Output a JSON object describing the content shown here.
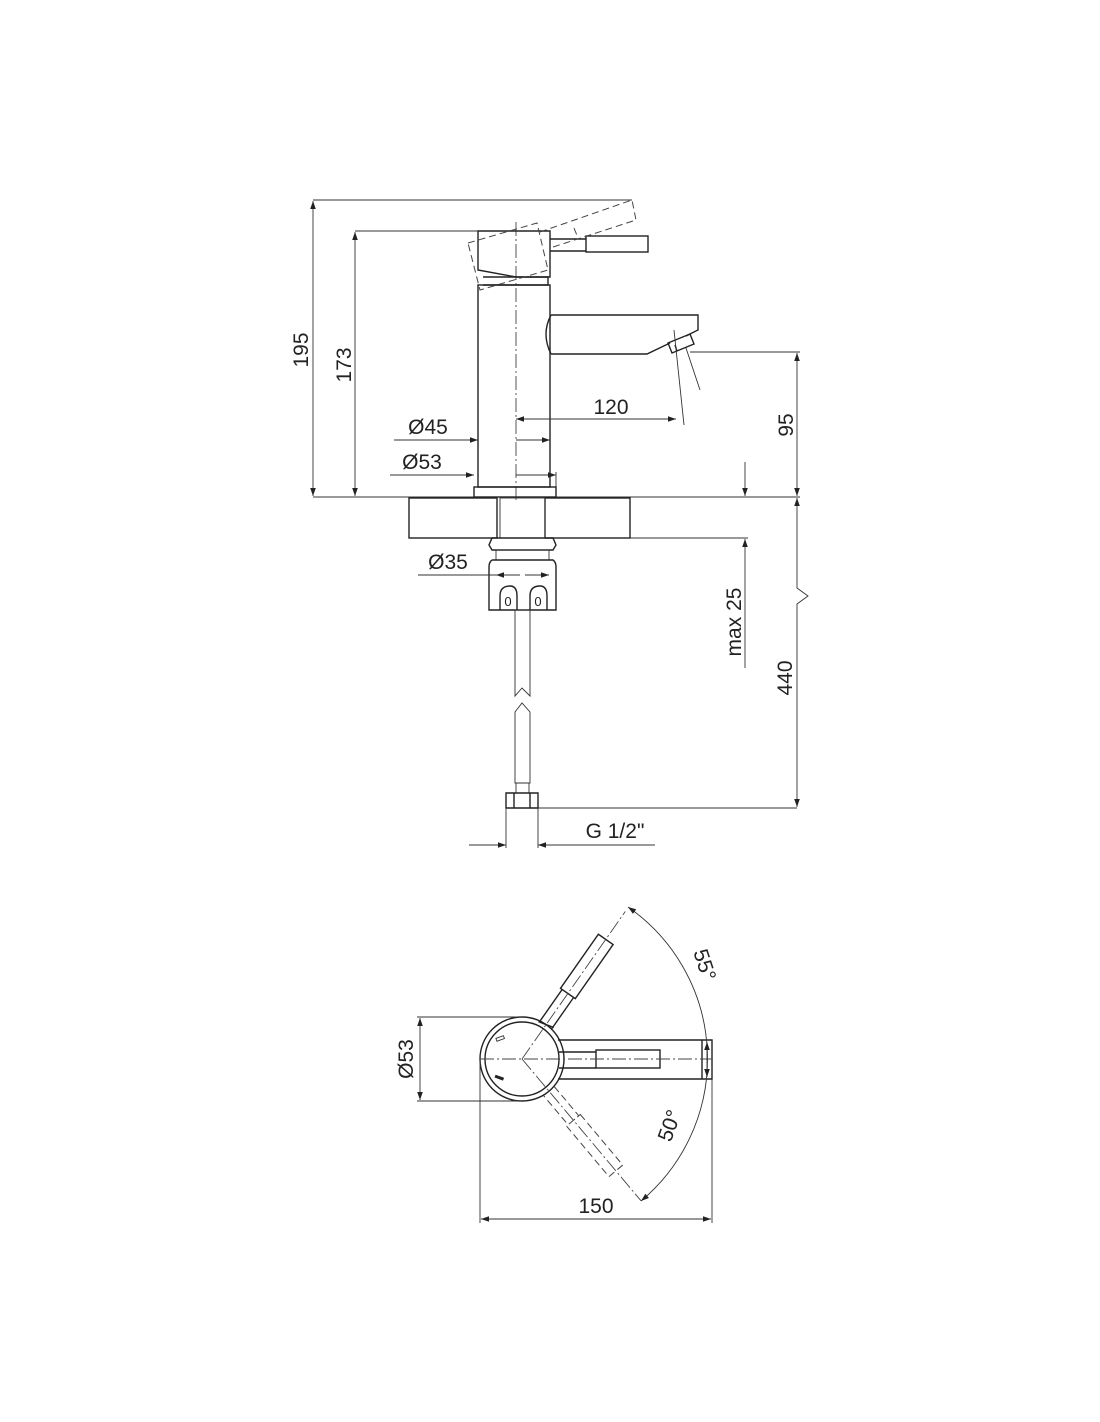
{
  "side_view": {
    "dim_total_height": "195",
    "dim_body_height": "173",
    "dim_spout_height": "95",
    "dim_spout_reach": "120",
    "dim_body_diameter": "Ø45",
    "dim_base_diameter": "Ø53",
    "dim_shank_diameter": "Ø35",
    "dim_max_counter": "max 25",
    "dim_hose_length": "440",
    "dim_connection": "G 1/2\"",
    "slot_label_left": "0",
    "slot_label_right": "0"
  },
  "top_view": {
    "dim_diameter": "Ø53",
    "dim_length": "150",
    "angle_up": "55°",
    "angle_down": "50°"
  }
}
